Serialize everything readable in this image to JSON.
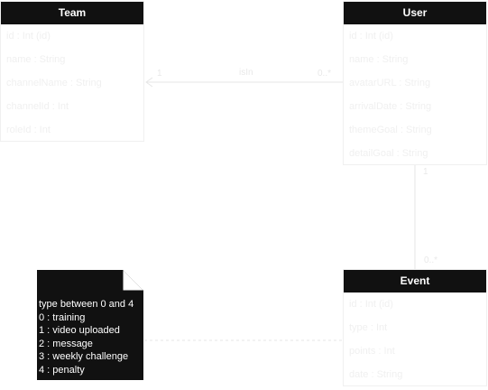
{
  "entities": {
    "team": {
      "title": "Team",
      "fields": [
        "id : Int (id)",
        "name : String",
        "channelName : String",
        "channelId : Int",
        "roleId : Int"
      ]
    },
    "user": {
      "title": "User",
      "fields": [
        "id : Int (id)",
        "name : String",
        "avatarURL : String",
        "arrivalDate : String",
        "themeGoal : String",
        "detailGoal : String"
      ]
    },
    "event": {
      "title": "Event",
      "fields": [
        "id : Int (id)",
        "type : Int",
        "points : Int",
        "date : String"
      ]
    }
  },
  "relations": {
    "user_team": {
      "label": "isIn",
      "source_mult": "0..*",
      "target_mult": "1"
    },
    "user_event": {
      "source_mult": "1",
      "target_mult": "0..*"
    }
  },
  "note": {
    "lines": [
      "type between 0 and 4",
      "0 : training",
      "1 : video uploaded",
      "2 : message",
      "3 : weekly challenge",
      "4 : penalty"
    ]
  },
  "colors": {
    "header_bg": "#111111",
    "header_text": "#ffffff",
    "faint_text": "#f0f0f0",
    "connector": "#e6e6e6"
  }
}
